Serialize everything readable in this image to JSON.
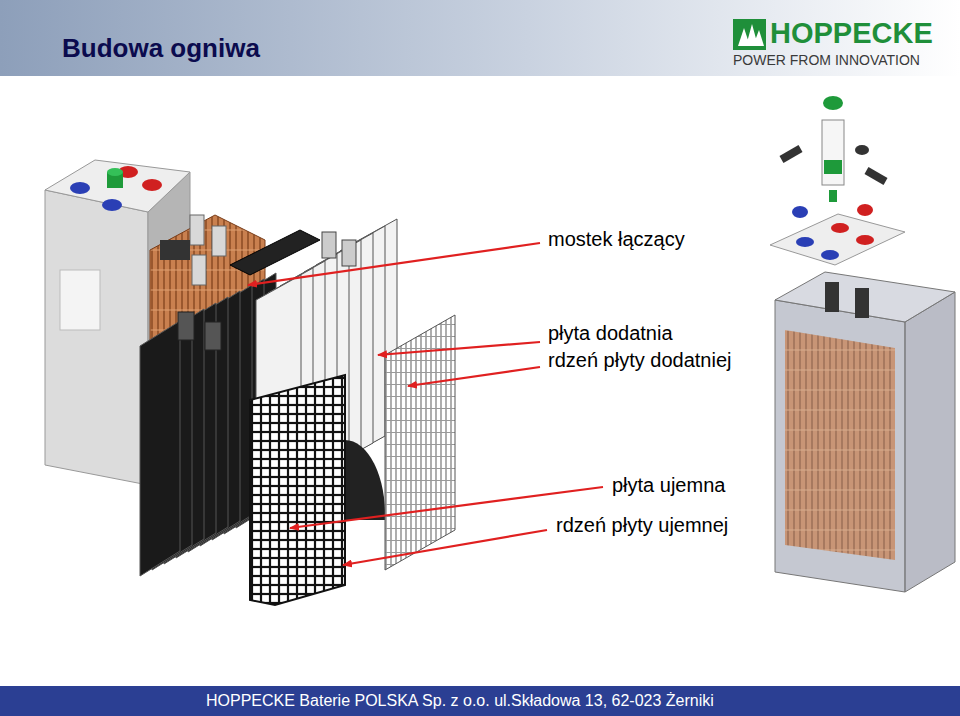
{
  "diagram": {
    "title": "Budowa ogniwa",
    "nodes": [
      {
        "text": [
          "HOPPECKE Baterie POLSKA Sp. z o.o. ul.Składowa 13, 62-023 Żerniki"
        ]
      }
    ],
    "labels": [
      "HOPPECKE",
      "POWER FROM INNOVATION",
      "mostek łączący",
      "płyta dodatnia",
      "rdzeń płyty dodatniej",
      "płyta ujemna",
      "rdzeń płyty ujemnej"
    ]
  }
}
